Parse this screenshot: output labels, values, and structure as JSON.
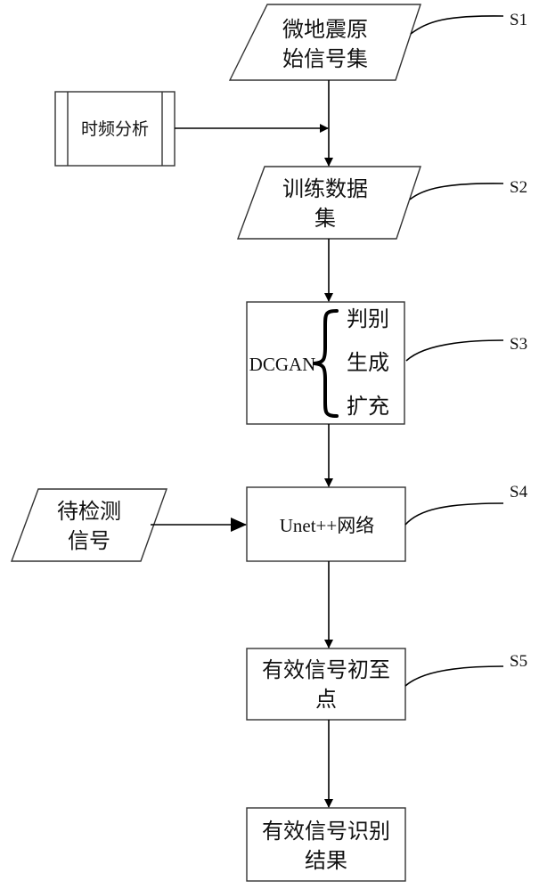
{
  "nodes": {
    "raw_signal_set": {
      "line1": "微地震原",
      "line2": "始信号集"
    },
    "time_freq_analysis": {
      "label": "时频分析"
    },
    "training_dataset": {
      "line1": "训练数据",
      "line2": "集"
    },
    "dcgan": {
      "label": "DCGAN",
      "items": [
        "判别",
        "生成",
        "扩充"
      ]
    },
    "pending_signal": {
      "line1": "待检测",
      "line2": "信号"
    },
    "unet": {
      "label": "Unet++网络"
    },
    "first_arrival": {
      "line1": "有效信号初至",
      "line2": "点"
    },
    "result": {
      "line1": "有效信号识别",
      "line2": "结果"
    }
  },
  "steps": [
    "S1",
    "S2",
    "S3",
    "S4",
    "S5"
  ],
  "colors": {
    "stroke": "#000000",
    "box_stroke": "#333333",
    "background": "#ffffff"
  }
}
